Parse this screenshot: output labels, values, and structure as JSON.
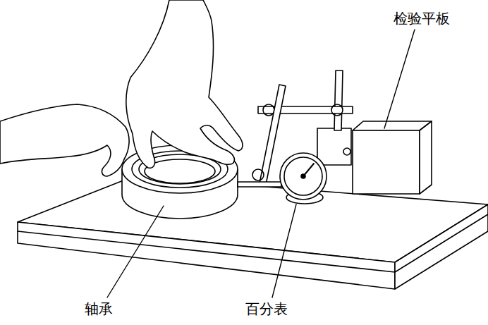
{
  "diagram": {
    "labels": [
      "检验平板",
      "轴承",
      "百分表"
    ]
  }
}
